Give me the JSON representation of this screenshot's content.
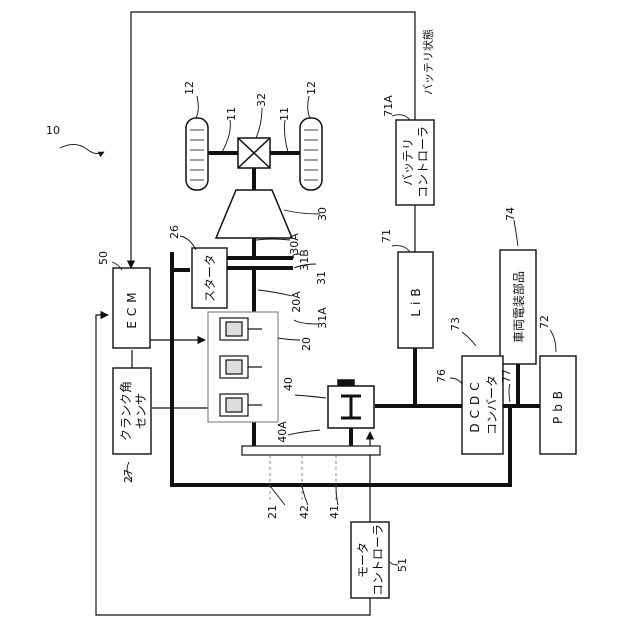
{
  "labels": {
    "system": "10",
    "wheel_left": "12",
    "wheel_right": "12",
    "axle_left": "11",
    "axle_right": "11",
    "differential": "32",
    "transmission": "30",
    "trans_shaft": "30A",
    "clutch_b": "31B",
    "clutch_a": "31A",
    "clutch": "31",
    "starter_num": "26",
    "crankshaft": "20A",
    "engine": "20",
    "ecm_num": "50",
    "crank_sensor_num": "27",
    "motor_num": "40",
    "motor_shaft": "40A",
    "belt_a": "21",
    "belt": "42",
    "belt_b": "41",
    "motor_ctrl_num": "51",
    "battery_ctrl_num": "71A",
    "battery_state": "バッテリ状態",
    "lib_num": "71",
    "harness": "76",
    "dcdc_num": "73",
    "dcdc_node": "77",
    "accessory_num": "74",
    "pbb_num": "72"
  },
  "blocks": {
    "ecm": "ECM",
    "starter": "スタータ",
    "crank_sensor_line1": "クランク角",
    "crank_sensor_line2": "センサ",
    "battery_ctrl_line1": "バッテリ",
    "battery_ctrl_line2": "コントローラ",
    "lib": "LiB",
    "accessory": "車両電装部品",
    "dcdc_line1": "DCDC",
    "dcdc_line2": "コンバータ",
    "pbb": "PbB",
    "motor_ctrl_line1": "モータ",
    "motor_ctrl_line2": "コントローラ"
  }
}
